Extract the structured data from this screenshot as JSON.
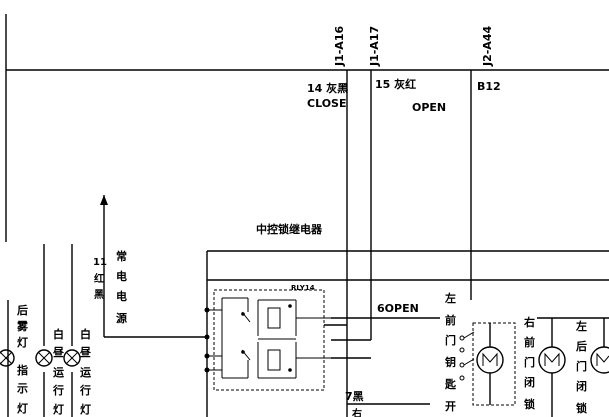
{
  "connectors": {
    "c1": "J1-A16",
    "c2": "J1-A17",
    "c3": "J2-A44"
  },
  "wires": {
    "w1_line1": "14 灰黑",
    "w1_line2": "CLOSE",
    "w2_line1": "15 灰红",
    "w2_line2": "OPEN",
    "w3": "B12",
    "w4": "6OPEN",
    "w5": "7黑",
    "w6": "11",
    "w6_color": "红",
    "w6_color2": "黑"
  },
  "relay": {
    "title": "中控锁继电器",
    "id": "RLY14"
  },
  "labels": {
    "standby_power": [
      "常",
      "电",
      "电",
      "源"
    ],
    "rear_fog": [
      "后",
      "雾",
      "灯",
      "指",
      "示",
      "灯"
    ],
    "day_run_1": [
      "白",
      "昼",
      "运",
      "行",
      "灯"
    ],
    "day_run_2": [
      "白",
      "昼",
      "运",
      "行",
      "灯"
    ],
    "left_front_door_key": [
      "左",
      "前",
      "门",
      "钥",
      "匙",
      "开"
    ],
    "right_front_door_lock": [
      "右",
      "前",
      "门",
      "闭",
      "锁"
    ],
    "left_rear_door_lock": [
      "左",
      "后",
      "门",
      "闭",
      "锁"
    ],
    "bottom_partial": "右"
  },
  "icons": {
    "lamp": "lamp-icon",
    "motor": "motor-icon"
  }
}
